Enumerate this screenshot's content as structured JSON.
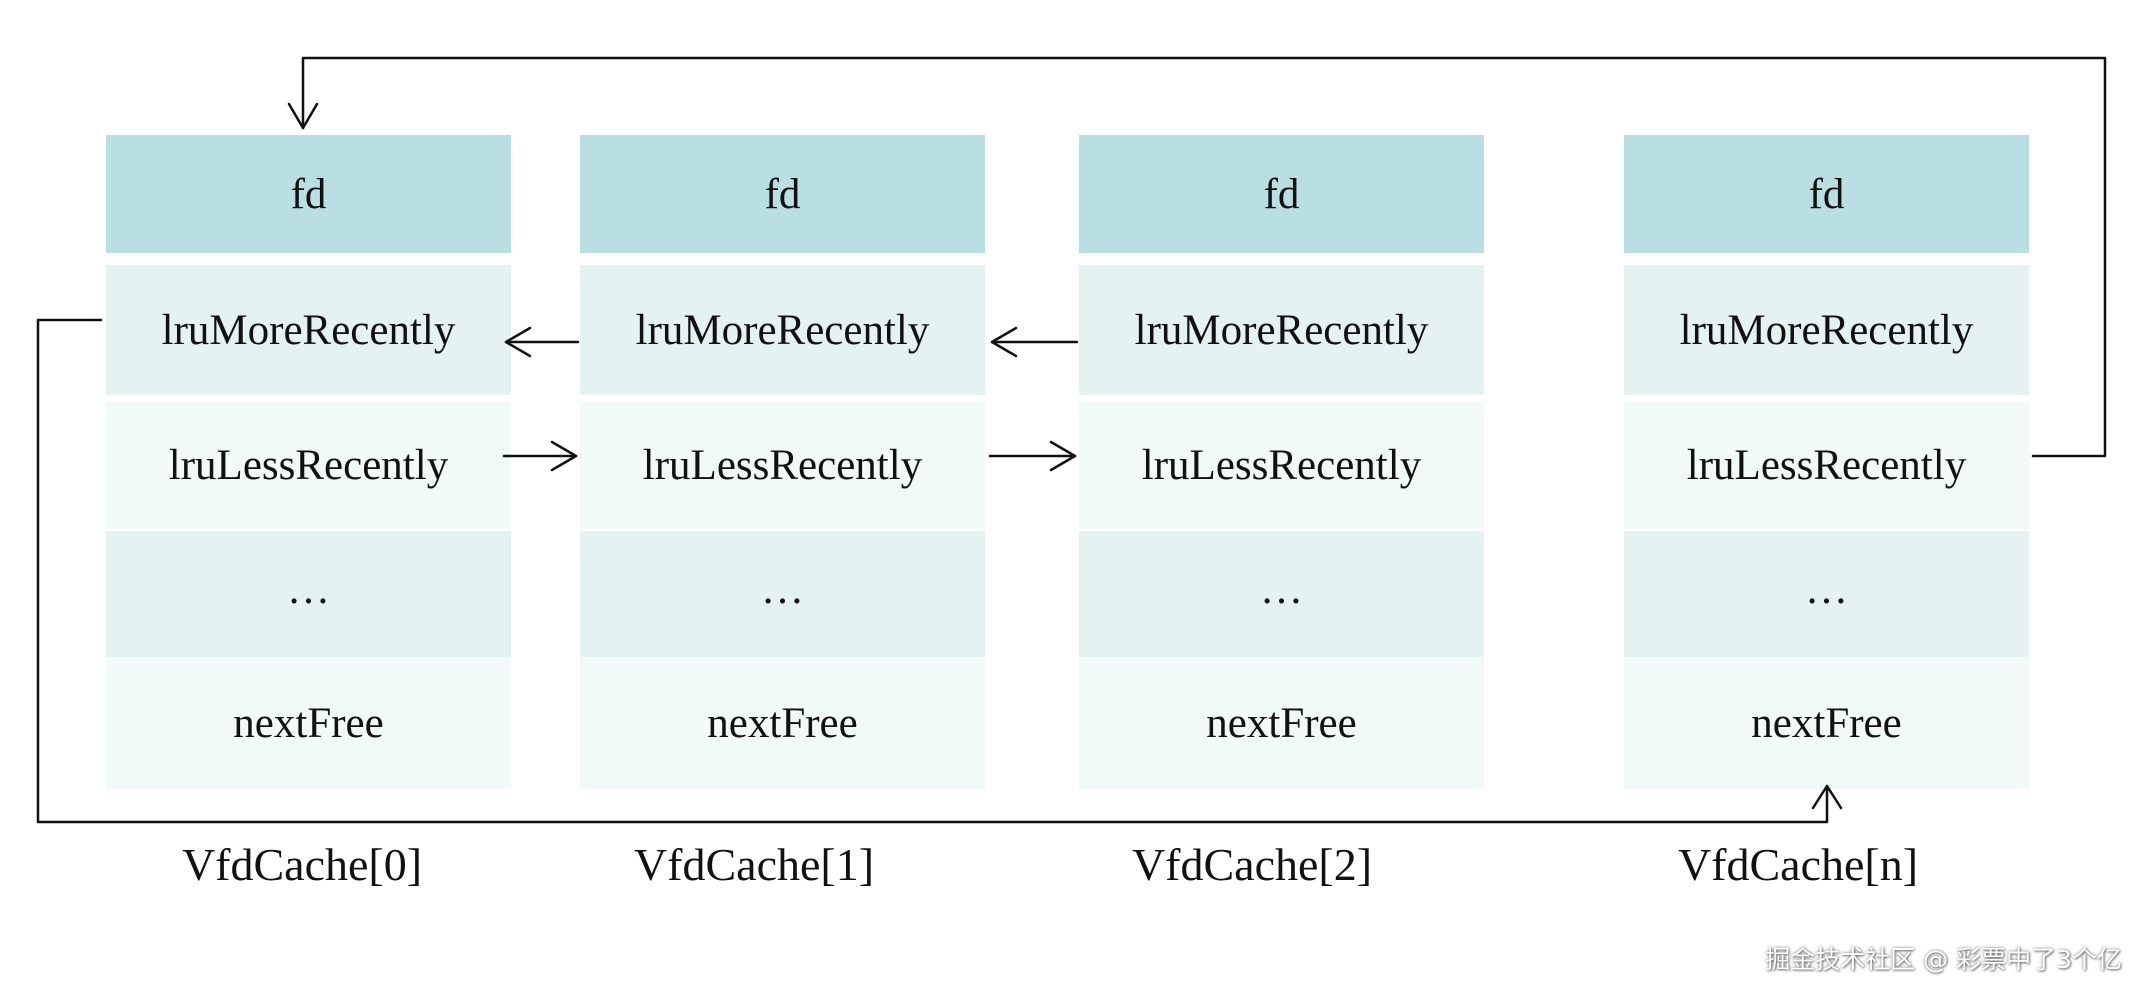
{
  "structs": [
    {
      "fields": [
        "fd",
        "lruMoreRecently",
        "lruLessRecently",
        "…",
        "nextFree"
      ],
      "caption": "VfdCache[0]"
    },
    {
      "fields": [
        "fd",
        "lruMoreRecently",
        "lruLessRecently",
        "…",
        "nextFree"
      ],
      "caption": "VfdCache[1]"
    },
    {
      "fields": [
        "fd",
        "lruMoreRecently",
        "lruLessRecently",
        "…",
        "nextFree"
      ],
      "caption": "VfdCache[2]"
    },
    {
      "fields": [
        "fd",
        "lruMoreRecently",
        "lruLessRecently",
        "…",
        "nextFree"
      ],
      "caption": "VfdCache[n]"
    }
  ],
  "colors": {
    "header_fill": "#b9dfe2",
    "row_fill_dark": "#e5f2f2",
    "row_fill_light": "#f1f9f9",
    "line": "#111111"
  },
  "watermark": "掘金技术社区 @ 彩票中了3个亿"
}
